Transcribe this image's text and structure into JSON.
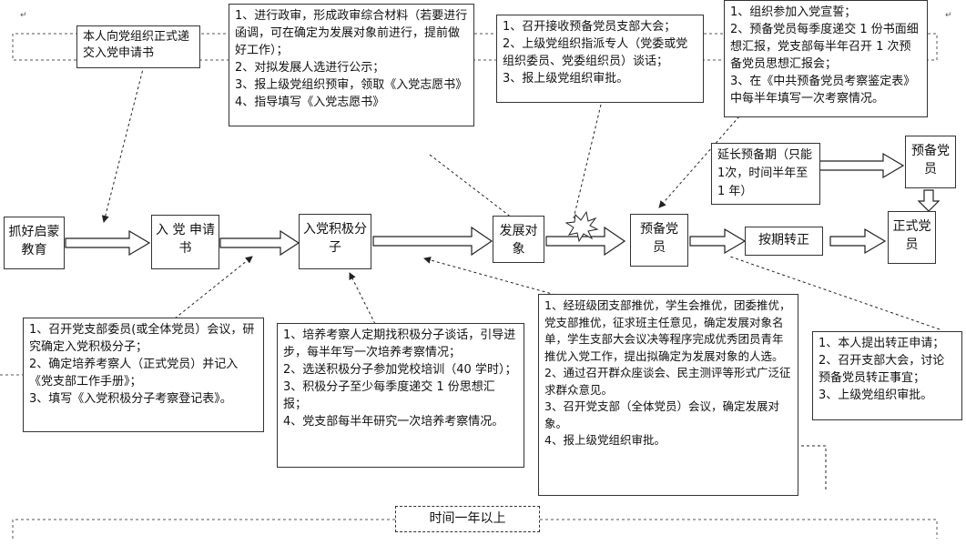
{
  "nodes": {
    "n1": "抓好启蒙教育",
    "n2": "入 党 申请书",
    "n3": "入党积极分子",
    "n4": "发展对象",
    "n5": "预备党员",
    "n6": "按期转正",
    "n7": "正式党员",
    "n8": "延长预备期（只能 1次，时间半年至 1 年）",
    "n9": "预备党员"
  },
  "notes": {
    "apply": "本人向党组织正式递交入党申请书",
    "top_middle": [
      "1、进行政审，形成政审综合材料（若要进行函调，可在确定为发展对象前进行，提前做好工作）；",
      "2、对拟发展人选进行公示；",
      "3、报上级党组织预审，领取《入党志愿书》",
      "4、指导填写《入党志愿书》"
    ],
    "top_center": [
      "1、召开接收预备党员支部大会；",
      "2、上级党组织指派专人（党委或党组织委员、党委组织员）谈话；",
      "3、报上级党组织审批。"
    ],
    "top_right": [
      "1、组织参加入党宣誓；",
      "2、预备党员每季度递交 1 份书面细想汇报，党支部每半年召开 1 次预备党员思想汇报会；",
      "3、在《中共预备党员考察鉴定表》中每半年填写一次考察情况。"
    ],
    "bottom_left": [
      "1、召开党支部委员(或全体党员）会议，研究确定入党积极分子；",
      "2、确定培养考察人（正式党员）并记入《党支部工作手册》；",
      "3、填写《入党积极分子考察登记表》。"
    ],
    "bottom_mid": [
      "1、培养考察人定期找积极分子谈话，引导进步，每半年写一次培养考察情况；",
      "2、选送积极分子参加党校培训（40 学时）；",
      "3、积极分子至少每季度递交 1 份思想汇报；",
      "4、党支部每半年研究一次培养考察情况。"
    ],
    "bottom_center": [
      "1、经班级团支部推优，学生会推优，团委推优，党支部推优，征求班主任意见，确定发展对象名单，学生支部大会议决等程序完成优秀团员青年推优入党工作，提出拟确定为发展对象的人选。",
      "2、通过召开群众座谈会、民主测评等形式广泛征求群众意见。",
      "3、召开党支部（全体党员）会议，确定发展对象。",
      "4、报上级党组织审批。"
    ],
    "bottom_right": [
      "1、本人提出转正申请；",
      "2、召开支部大会，讨论预备党员转正事宜；",
      "3、上级党组织审批。"
    ]
  },
  "timeline": "时间一年以上"
}
